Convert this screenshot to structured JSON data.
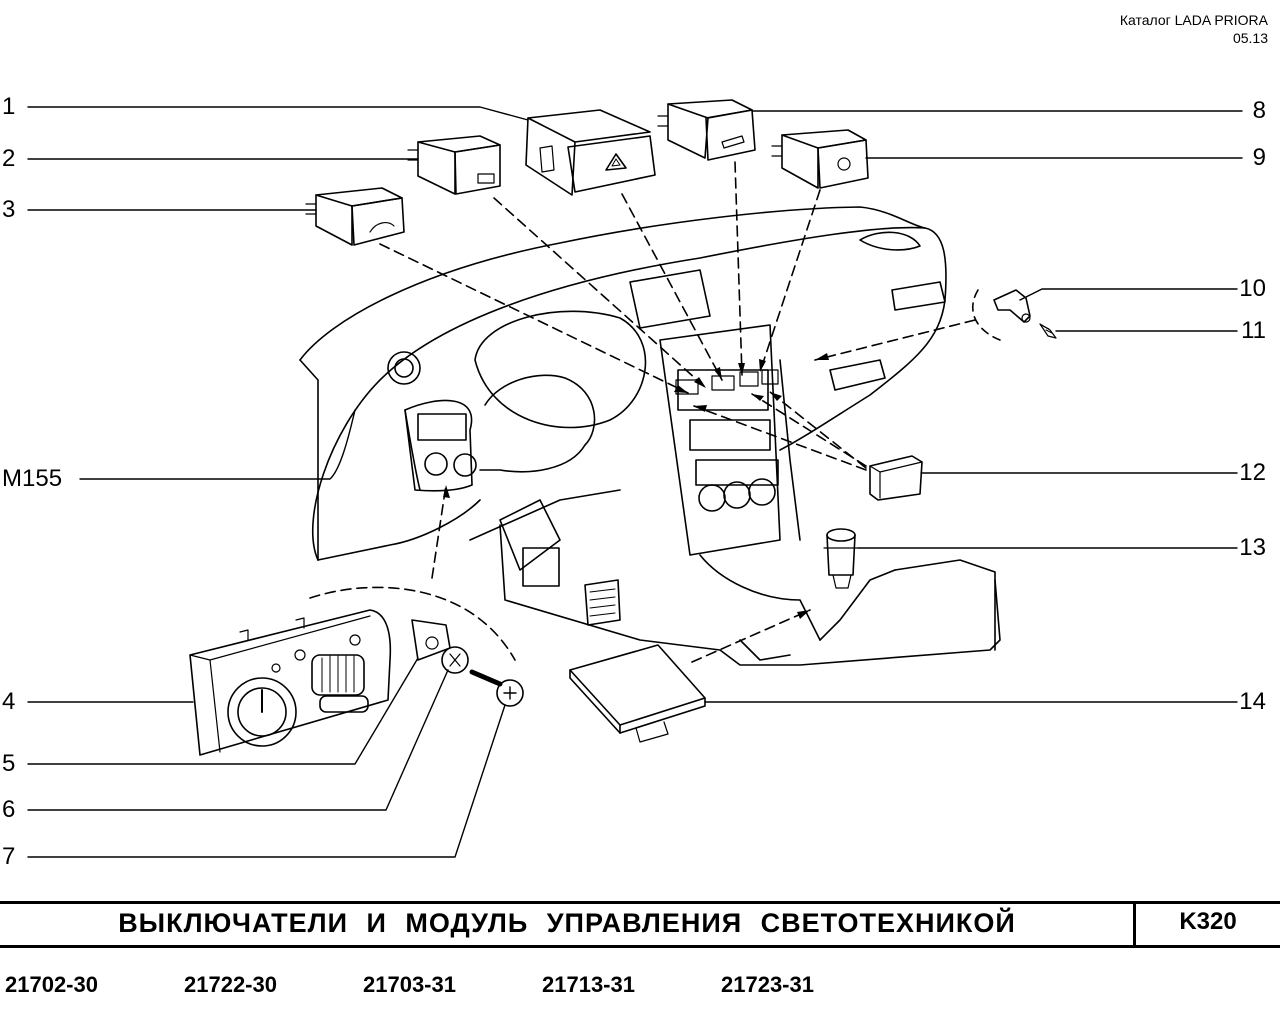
{
  "header": {
    "catalog_title": "Каталог LADA PRIORA",
    "date": "05.13"
  },
  "callouts": {
    "left": [
      "1",
      "2",
      "3",
      "M155",
      "4",
      "5",
      "6",
      "7"
    ],
    "right": [
      "8",
      "9",
      "10",
      "11",
      "12",
      "13",
      "14"
    ]
  },
  "footer": {
    "title": "ВЫКЛЮЧАТЕЛИ И МОДУЛЬ УПРАВЛЕНИЯ СВЕТОТЕХНИКОЙ",
    "code": "K320",
    "models": [
      "21702-30",
      "21722-30",
      "21703-31",
      "21713-31",
      "21723-31"
    ]
  }
}
